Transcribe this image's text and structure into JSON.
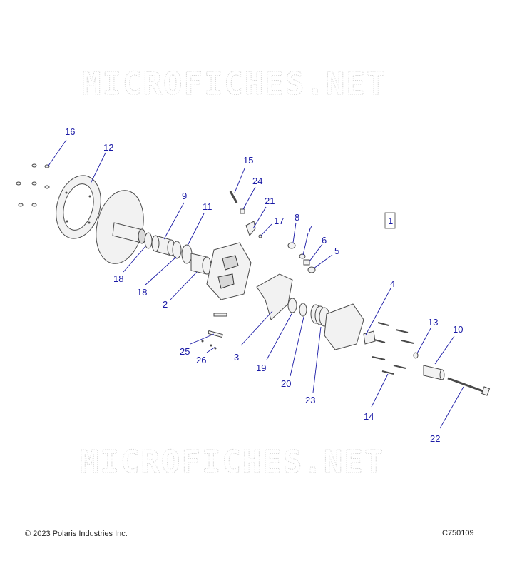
{
  "watermark": {
    "text": "MICROFICHES.NET"
  },
  "callouts": {
    "c1": "1",
    "c2": "2",
    "c3": "3",
    "c4": "4",
    "c5": "5",
    "c6": "6",
    "c7": "7",
    "c8": "8",
    "c9": "9",
    "c10": "10",
    "c11": "11",
    "c12": "12",
    "c13": "13",
    "c14": "14",
    "c15": "15",
    "c16": "16",
    "c17": "17",
    "c18a": "18",
    "c18b": "18",
    "c19": "19",
    "c20": "20",
    "c21": "21",
    "c22": "22",
    "c23": "23",
    "c24": "24",
    "c25": "25",
    "c26": "26"
  },
  "footer": {
    "copyright": "© 2023 Polaris Industries Inc.",
    "code": "C750109"
  },
  "colors": {
    "callout": "#1a1aa6",
    "line": "#4a4a4a",
    "watermark": "#d4d4d4"
  }
}
